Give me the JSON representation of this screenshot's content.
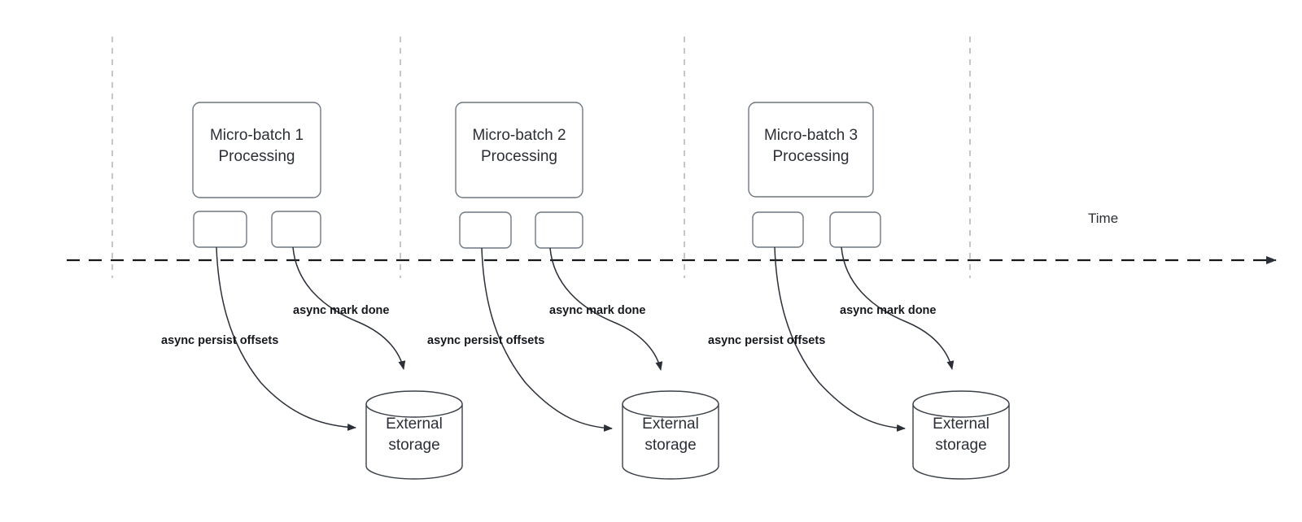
{
  "diagram": {
    "title_axis": "Time",
    "batches": [
      {
        "id": "batch-1",
        "box_label_line1": "Micro-batch 1",
        "box_label_line2": "Processing",
        "persist_label": "async persist offsets",
        "mark_done_label": "async mark done",
        "storage_label_line1": "External",
        "storage_label_line2": "storage"
      },
      {
        "id": "batch-2",
        "box_label_line1": "Micro-batch 2",
        "box_label_line2": "Processing",
        "persist_label": "async persist offsets",
        "mark_done_label": "async mark done",
        "storage_label_line1": "External",
        "storage_label_line2": "storage"
      },
      {
        "id": "batch-3",
        "box_label_line1": "Micro-batch 3",
        "box_label_line2": "Processing",
        "persist_label": "async persist offsets",
        "mark_done_label": "async mark done",
        "storage_label_line1": "External",
        "storage_label_line2": "storage"
      }
    ],
    "colors": {
      "shape_stroke": "#6f7780",
      "cylinder_stroke": "#3c4149",
      "timeline_stroke": "#15181d",
      "guide_stroke": "#b6b9bd",
      "text": "#2b2f36",
      "edge_text": "#15181d",
      "background": "#ffffff"
    }
  }
}
